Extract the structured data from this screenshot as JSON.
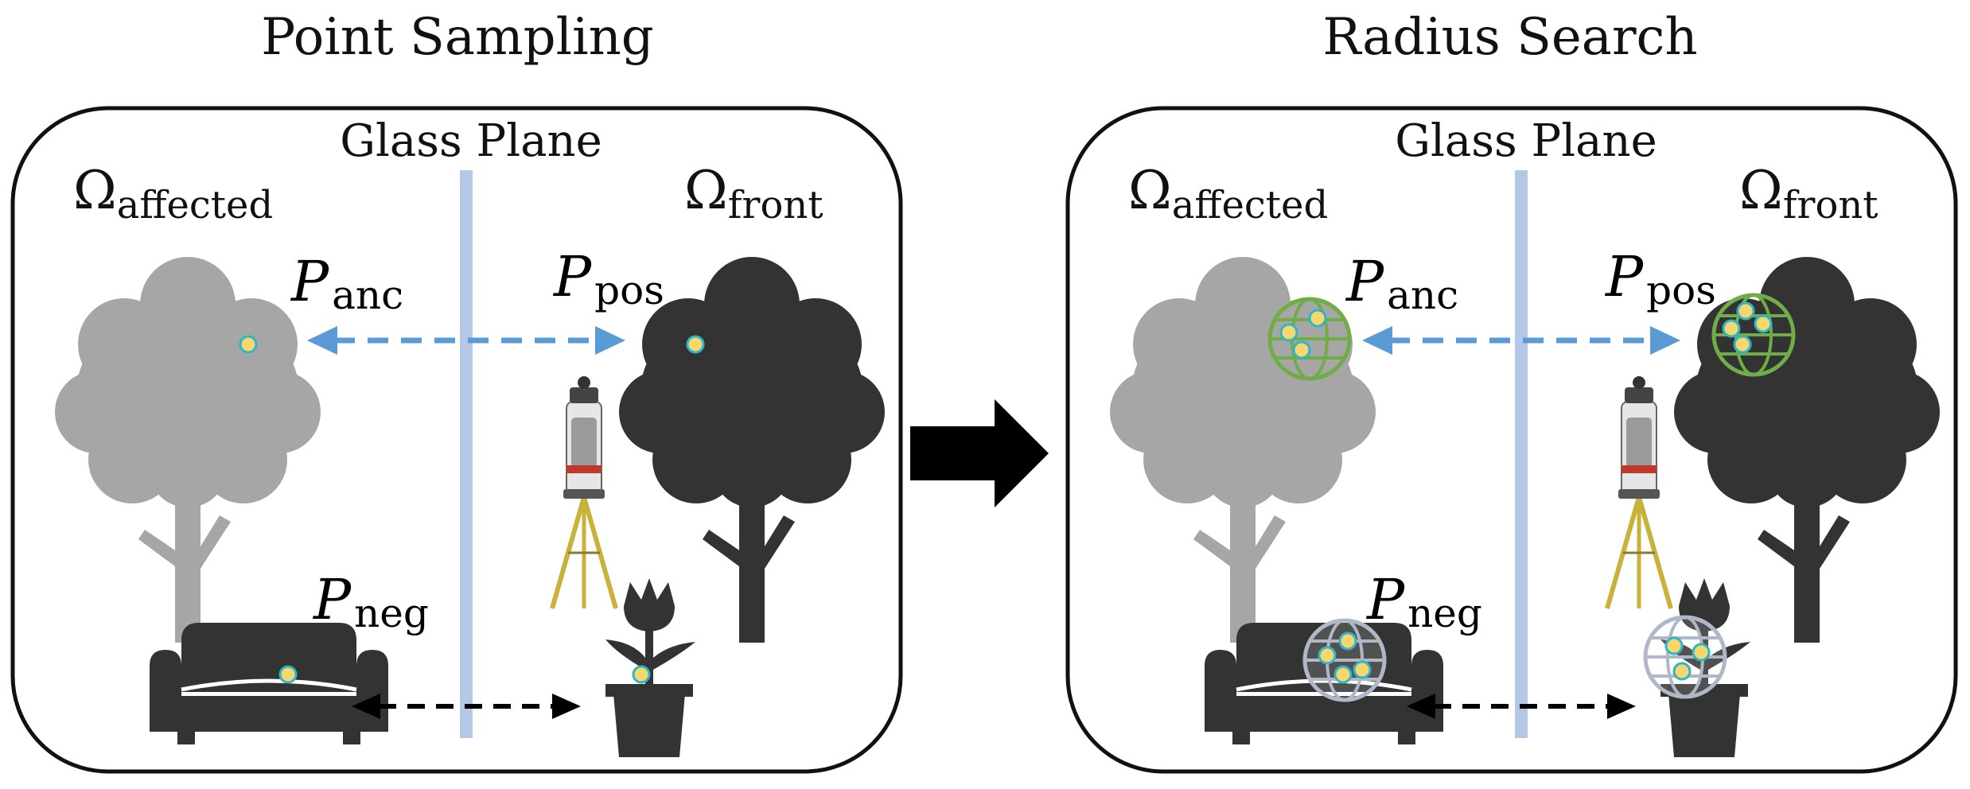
{
  "panels": [
    {
      "title": "Point Sampling",
      "glass_label": "Glass Plane",
      "omega_left": {
        "symbol": "Ω",
        "sub": "affected"
      },
      "omega_right": {
        "symbol": "Ω",
        "sub": "front"
      },
      "p_anc": {
        "symbol": "P",
        "sub": "anc"
      },
      "p_pos": {
        "symbol": "P",
        "sub": "pos"
      },
      "p_neg": {
        "symbol": "P",
        "sub": "neg"
      }
    },
    {
      "title": "Radius Search",
      "glass_label": "Glass Plane",
      "omega_left": {
        "symbol": "Ω",
        "sub": "affected"
      },
      "omega_right": {
        "symbol": "Ω",
        "sub": "front"
      },
      "p_anc": {
        "symbol": "P",
        "sub": "anc"
      },
      "p_pos": {
        "symbol": "P",
        "sub": "pos"
      },
      "p_neg": {
        "symbol": "P",
        "sub": "neg"
      }
    }
  ],
  "icons": {
    "affected_tree": "tree-icon",
    "front_tree": "tree-icon",
    "scanner": "laser-scanner-tripod-icon",
    "sofa": "sofa-icon",
    "plant": "potted-plant-icon",
    "transition": "right-arrow-icon"
  },
  "colors": {
    "affected_tree": "#a6a6a6",
    "front_tree": "#333333",
    "glass_plane": "#b4c7e7",
    "positive_arrow": "#5b9bd5",
    "negative_arrow": "#000000",
    "sample_point_fill": "#f5d76e",
    "sample_point_stroke": "#2eb5c9",
    "search_sphere_positive": "#70ad47",
    "search_sphere_negative": "#b0b8c8"
  }
}
